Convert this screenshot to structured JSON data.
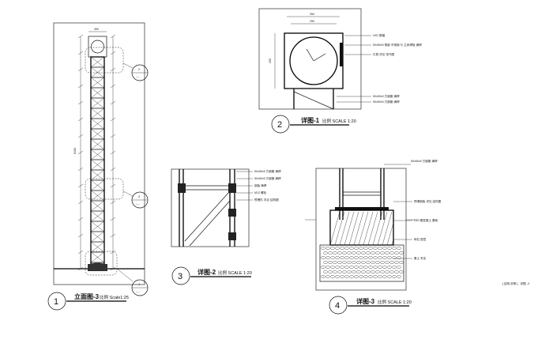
{
  "views": {
    "v1": {
      "num": "1",
      "title": "立面图-3",
      "scale": "比例 Scale1:25",
      "top_dim": "350",
      "total_dim": "6150"
    },
    "v2": {
      "num": "2",
      "title": "详图-1",
      "scale": "比例 SCALE 1:20",
      "top_dim": "350",
      "inner_dim": "250",
      "side_dim": "200"
    },
    "v3": {
      "num": "3",
      "title": "详图-2",
      "scale": "比例 SCALE 1:20"
    },
    "v4": {
      "num": "4",
      "title": "详图-3",
      "scale": "比例 SCALE 1:20"
    }
  },
  "callouts": {
    "c2": {
      "num": "2",
      "sub": "----"
    },
    "c3": {
      "num": "3",
      "sub": "----"
    },
    "c4": {
      "num": "4",
      "sub": "----"
    }
  },
  "notes": {
    "v2": [
      "LED 屏幕",
      "50x50x5 角钢 不锈钢 与 主体焊接 满焊",
      "灯具 详见 电气图"
    ],
    "v2_bottom": [
      "50x50x5 方钢管 满焊",
      "50x50x5 方钢管 满焊"
    ],
    "v3": [
      "50x50x5 方钢管 满焊",
      "50x50x5 方钢管 满焊",
      "钢板 满焊",
      "M12 螺栓",
      "预埋件 详见 结构图"
    ],
    "v4_top": "50x50x5 方钢管 满焊",
    "v4": [
      "预埋钢板 详见 结构图",
      "C20 素混凝土 基础",
      "碎石 垫层",
      "素土 夯实"
    ]
  },
  "corner_note": "[ 结构 说明 ] - 详图 -3"
}
